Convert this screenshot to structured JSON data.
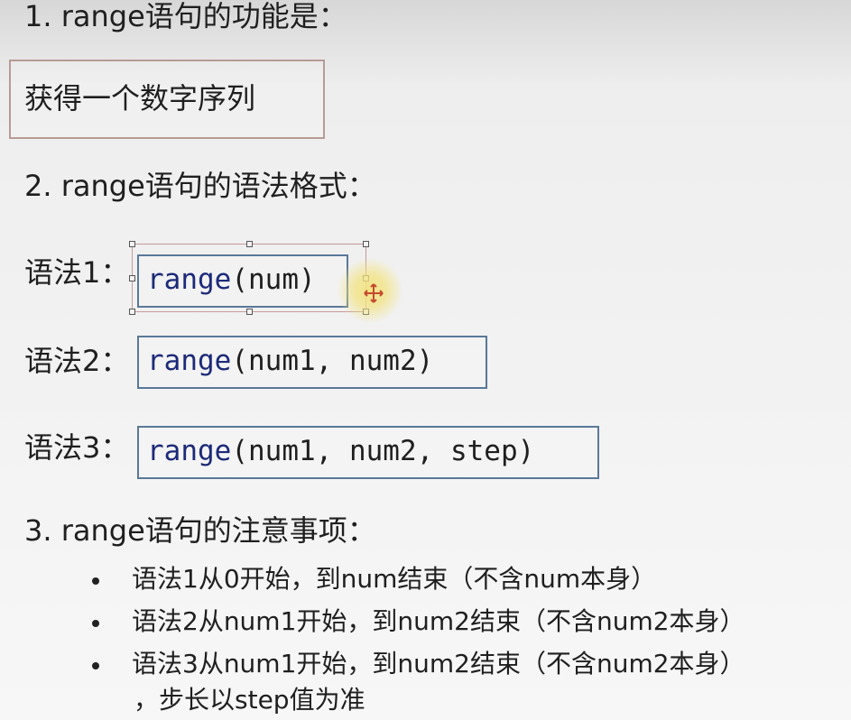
{
  "section1": {
    "title": "1. range语句的功能是：",
    "answer": "获得一个数字序列"
  },
  "section2": {
    "title": "2. range语句的语法格式：",
    "syntaxes": [
      {
        "label": "语法1：",
        "func": "range",
        "args": "(num)"
      },
      {
        "label": "语法2：",
        "func": "range",
        "args": "(num1, num2)"
      },
      {
        "label": "语法3：",
        "func": "range",
        "args": "(num1, num2, step)"
      }
    ]
  },
  "section3": {
    "title": "3. range语句的注意事项：",
    "notes": [
      {
        "line1": "语法1从0开始，到num结束（不含num本身）"
      },
      {
        "line1": "语法2从num1开始，到num2结束（不含num2本身）"
      },
      {
        "line1": "语法3从num1开始，到num2结束（不含num2本身）",
        "line2": "，步长以step值为准"
      }
    ]
  },
  "ui": {
    "cursor": "move-cursor-icon",
    "highlight": "cursor-highlight"
  }
}
